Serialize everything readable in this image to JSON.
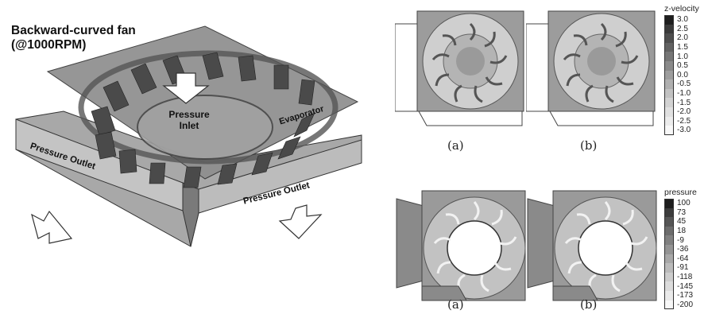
{
  "title_line1": "Backward-curved fan",
  "title_line2": "(@1000RPM)",
  "labels": {
    "pressure_inlet_line1": "Pressure",
    "pressure_inlet_line2": "Inlet",
    "evaporator": "Evaporator",
    "outlet_left": "Pressure Outlet",
    "outlet_right": "Pressure Outlet"
  },
  "captions": [
    "(a)",
    "(b)",
    "(a)",
    "(b)"
  ],
  "colorbars": [
    {
      "title": "z-velocity",
      "ticks": [
        "3.0",
        "2.5",
        "2.0",
        "1.5",
        "1.0",
        "0.5",
        "0.0",
        "-0.5",
        "-1.0",
        "-1.5",
        "-2.0",
        "-2.5",
        "-3.0"
      ],
      "colors": [
        "#1e1e1e",
        "#3a3a3a",
        "#4e4e4e",
        "#626262",
        "#767676",
        "#8a8a8a",
        "#9d9d9d",
        "#b0b0b0",
        "#c2c2c2",
        "#d2d2d2",
        "#e0e0e0",
        "#ececec",
        "#f8f8f8"
      ]
    },
    {
      "title": "pressure",
      "ticks": [
        "100",
        "73",
        "45",
        "18",
        "-9",
        "-36",
        "-64",
        "-91",
        "-118",
        "-145",
        "-173",
        "-200"
      ],
      "colors": [
        "#1e1e1e",
        "#3c3c3c",
        "#555555",
        "#6c6c6c",
        "#808080",
        "#949494",
        "#a8a8a8",
        "#bbbbbb",
        "#cdcdcd",
        "#dcdcdc",
        "#eaeaea",
        "#f8f8f8"
      ]
    }
  ]
}
